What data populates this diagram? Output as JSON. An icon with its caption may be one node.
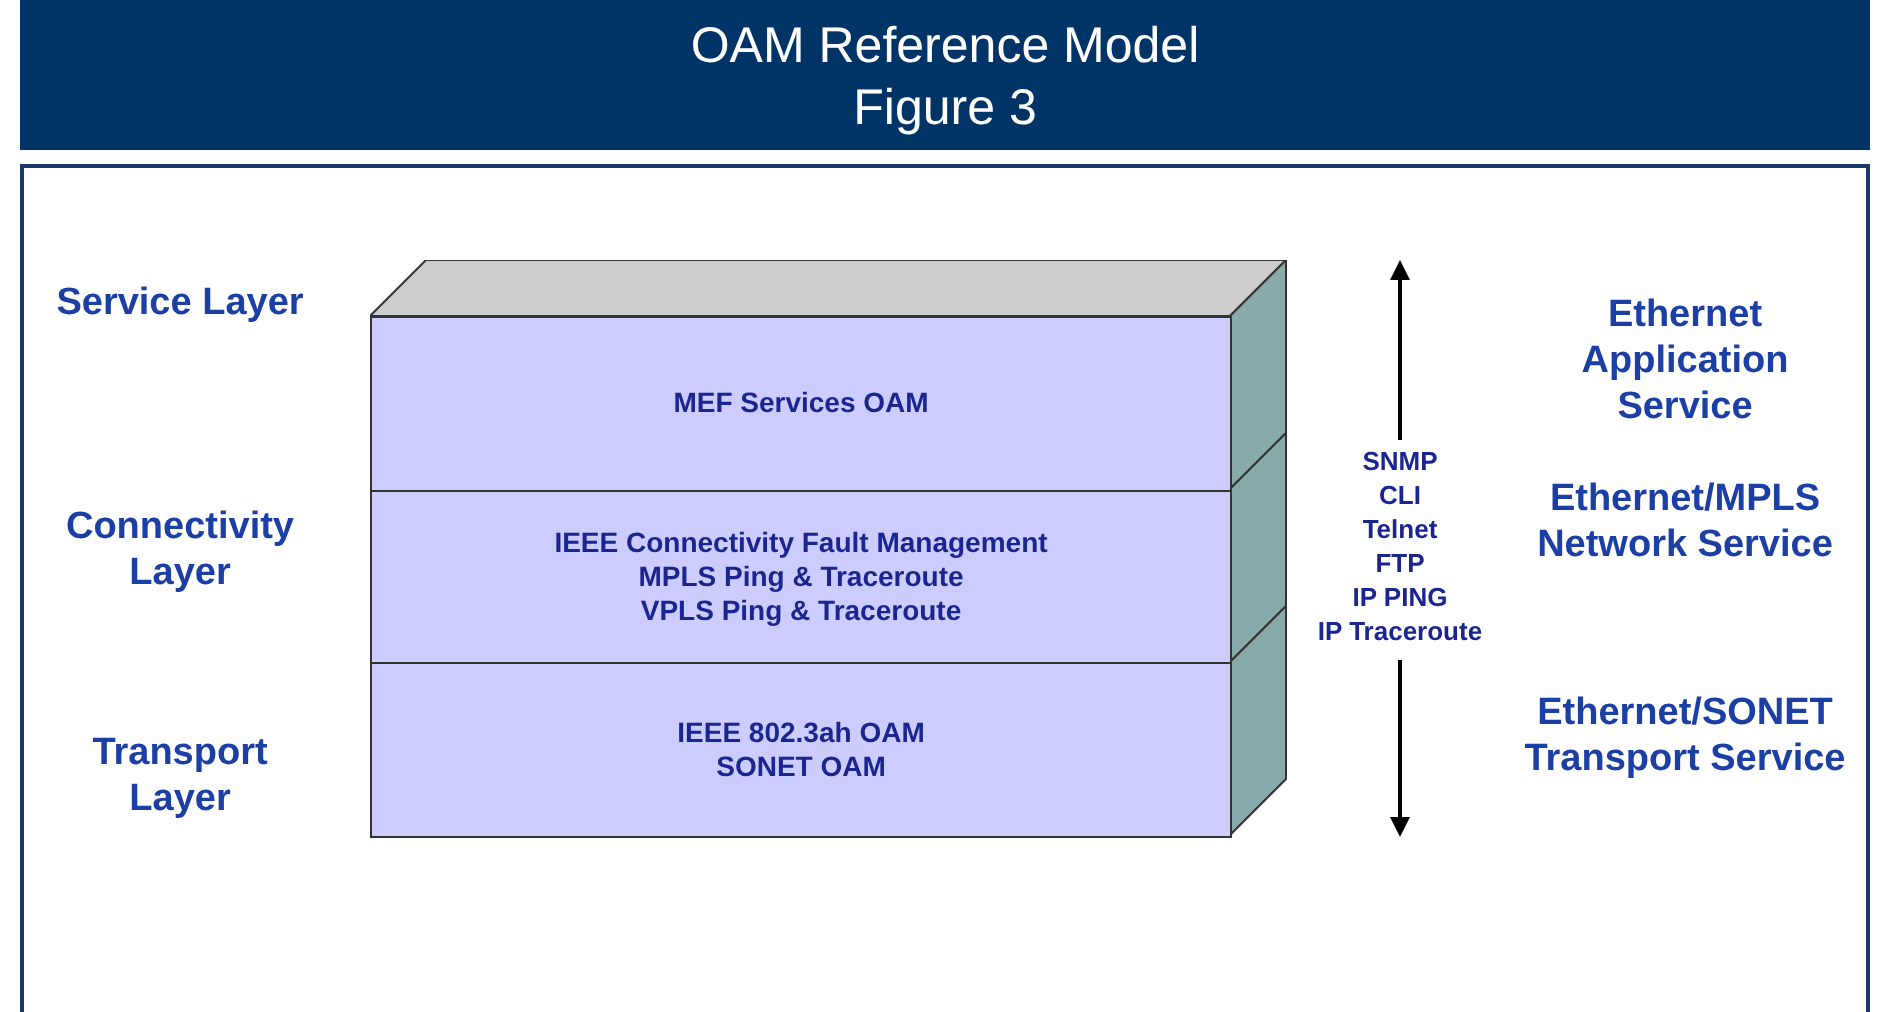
{
  "diagram": {
    "title": "OAM Reference Model",
    "nodes": [
      {
        "text": [
          "MEF Services OAM"
        ]
      },
      {
        "text": [
          "IEEE Connectivity Fault Management",
          "MPLS Ping & Traceroute",
          "VPLS Ping & Traceroute"
        ]
      },
      {
        "text": [
          "IEEE 802.3ah OAM",
          "SONET OAM"
        ]
      }
    ],
    "edges": [],
    "labels": [
      "Figure 3",
      "Service Layer",
      "Connectivity Layer",
      "Transport Layer",
      "SNMP",
      "CLI",
      "Telnet",
      "FTP",
      "IP PING",
      "IP Traceroute",
      "Ethernet Application Service",
      "Ethernet/MPLS Network Service",
      "Ethernet/SONET Transport Service"
    ]
  }
}
